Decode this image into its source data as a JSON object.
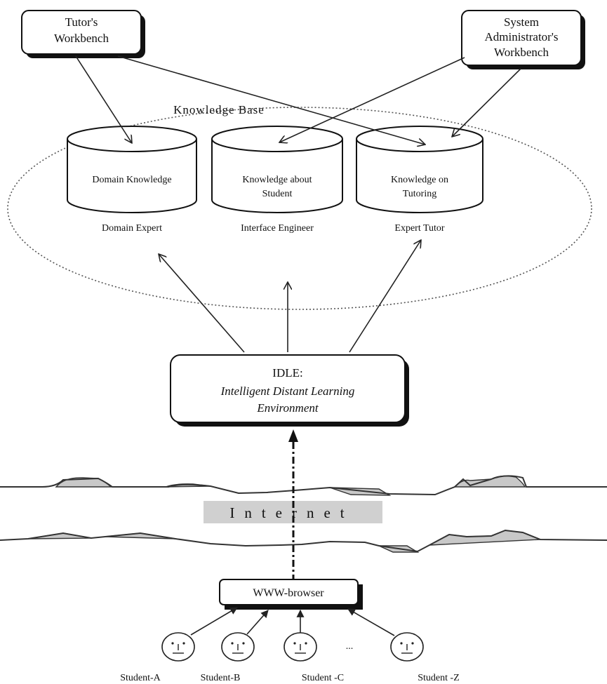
{
  "tutor_workbench": {
    "line1": "Tutor's",
    "line2": "Workbench"
  },
  "admin_workbench": {
    "line1": "System",
    "line2": "Administrator's",
    "line3": "Workbench"
  },
  "knowledge_base": {
    "label": "Knowledge Base",
    "cylinders": [
      {
        "line1": "Domain Knowledge",
        "line2": "",
        "caption": "Domain Expert"
      },
      {
        "line1": "Knowledge about",
        "line2": "Student",
        "caption": "Interface Engineer"
      },
      {
        "line1": "Knowledge on",
        "line2": "Tutoring",
        "caption": "Expert Tutor"
      }
    ]
  },
  "idle": {
    "line1": "IDLE:",
    "line2": "Intelligent Distant Learning",
    "line3": "Environment"
  },
  "internet": {
    "label": "Internet"
  },
  "browser": {
    "label": "WWW-browser"
  },
  "students": {
    "labels": [
      "Student-A",
      "Student-B",
      "Student -C",
      "Student -Z"
    ],
    "ellipsis": "..."
  }
}
